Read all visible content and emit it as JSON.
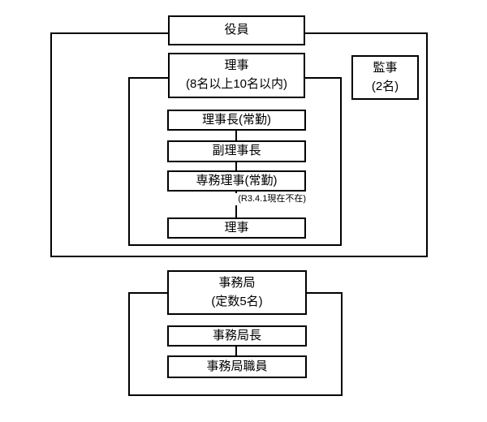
{
  "page": {
    "background_color": "#ffffff",
    "line_color": "#000000"
  },
  "org_chart": {
    "officers_section": {
      "yakuin": {
        "label": "役員"
      },
      "riji_group": {
        "label": "理事",
        "capacity": "(8名以上10名以内)"
      },
      "kanji": {
        "label": "監事",
        "capacity": "(2名)"
      },
      "rijicho": {
        "label": "理事長(常勤)"
      },
      "fuku_rijicho": {
        "label": "副理事長"
      },
      "senmu_riji": {
        "label": "専務理事(常勤)",
        "note": "(R3.4.1現在不在)"
      },
      "riji": {
        "label": "理事"
      }
    },
    "secretariat_section": {
      "jimukyoku": {
        "label": "事務局",
        "capacity": "(定数5名)"
      },
      "jimukyokucho": {
        "label": "事務局長"
      },
      "jimukyoku_shokuin": {
        "label": "事務局職員"
      }
    }
  }
}
